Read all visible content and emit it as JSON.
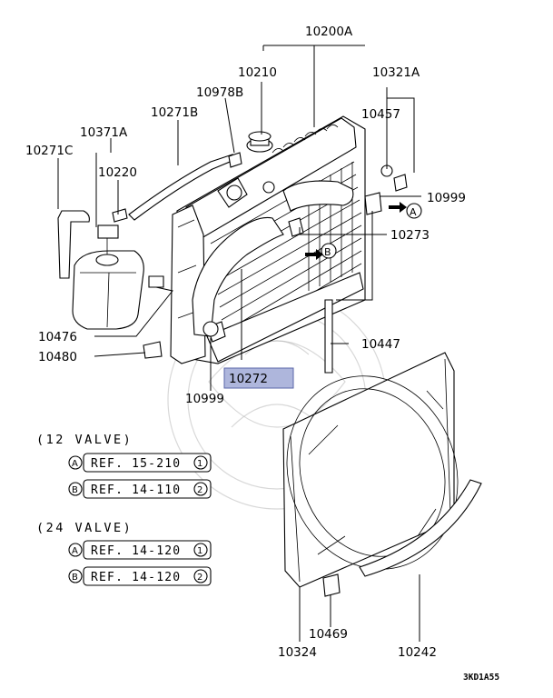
{
  "labels": {
    "p10200A": "10200A",
    "p10210": "10210",
    "p10321A": "10321A",
    "p10978B": "10978B",
    "p10271B": "10271B",
    "p10457": "10457",
    "p10371A": "10371A",
    "p10271C": "10271C",
    "p10220": "10220",
    "p10999a": "10999",
    "p10273": "10273",
    "p10476": "10476",
    "p10447": "10447",
    "p10480": "10480",
    "p10272": "10272",
    "p10999b": "10999",
    "p10469": "10469",
    "p10324": "10324",
    "p10242": "10242"
  },
  "markers": {
    "a": "A",
    "b": "B"
  },
  "sections": [
    {
      "title": "(12 VALVE)",
      "refs": [
        {
          "marker": "A",
          "text": "REF. 15-210",
          "num": "1"
        },
        {
          "marker": "B",
          "text": "REF. 14-110",
          "num": "2"
        }
      ]
    },
    {
      "title": "(24 VALVE)",
      "refs": [
        {
          "marker": "A",
          "text": "REF. 14-120",
          "num": "1"
        },
        {
          "marker": "B",
          "text": "REF. 14-120",
          "num": "2"
        }
      ]
    }
  ],
  "diagram_code": "3KD1A55",
  "colors": {
    "highlight": "#aeb6dc",
    "line": "#000000",
    "watermark": "#b8b8b8"
  }
}
